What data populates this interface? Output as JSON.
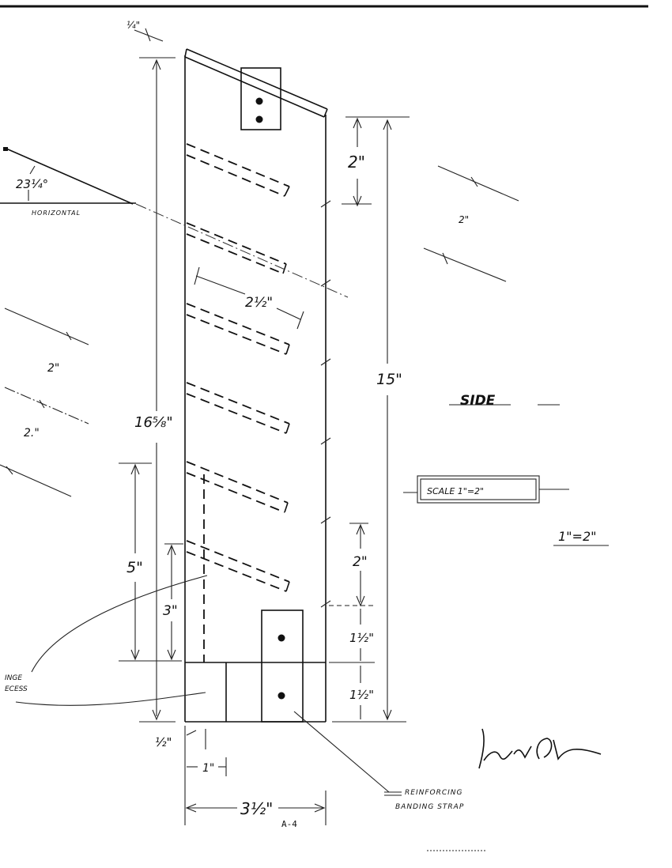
{
  "angle": {
    "value": "23¼°",
    "reference": "HORIZONTAL"
  },
  "dims": {
    "top_overhang": "¼\"",
    "perch_spacing_top": "2\"",
    "perch_length": "2½\"",
    "overall_height": "16⅝\"",
    "front_height": "15\"",
    "five": "5\"",
    "three": "3\"",
    "perch_spacing_bottom": "2\"",
    "strap_upper": "1½\"",
    "strap_lower": "1½\"",
    "half": "½\"",
    "one": "1\"",
    "width": "3½\""
  },
  "side_label": "SIDE",
  "scale_label": "SCALE 1\"=2\"",
  "scale_text": "1\"=2\"",
  "hinge_label": [
    "INGE",
    "ECESS"
  ],
  "strap_label": [
    "REINFORCING",
    "BANDING STRAP"
  ],
  "left_labels": [
    "2\"",
    "2.\""
  ],
  "right_label": "2\"",
  "page_code": "A-4",
  "signature": "signature"
}
